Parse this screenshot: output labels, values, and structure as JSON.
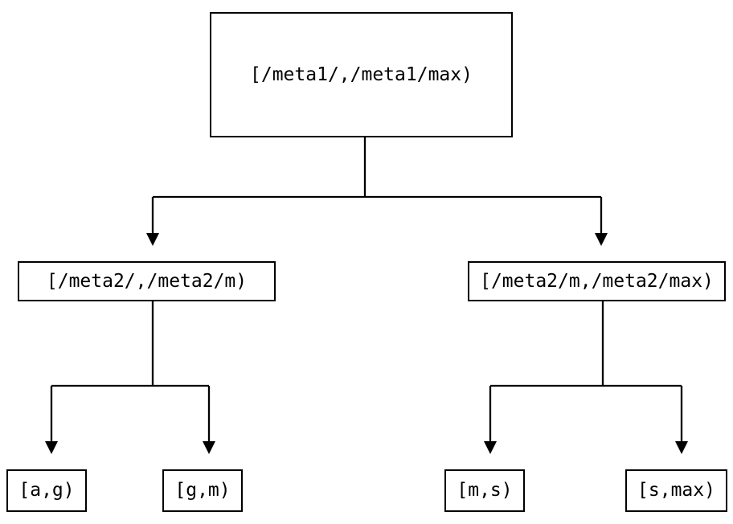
{
  "diagram": {
    "type": "tree",
    "background_color": "#ffffff",
    "line_color": "#000000",
    "text_color": "#000000",
    "nodes": [
      {
        "id": "root",
        "label": "[/meta1/,/meta1/max)"
      },
      {
        "id": "meta2-left",
        "label": "[/meta2/,/meta2/m)"
      },
      {
        "id": "meta2-right",
        "label": "[/meta2/m,/meta2/max)"
      },
      {
        "id": "leaf-ag",
        "label": "[a,g)"
      },
      {
        "id": "leaf-gm",
        "label": "[g,m)"
      },
      {
        "id": "leaf-ms",
        "label": "[m,s)"
      },
      {
        "id": "leaf-smax",
        "label": "[s,max)"
      }
    ],
    "edges": [
      {
        "from": "root",
        "to": "meta2-left"
      },
      {
        "from": "root",
        "to": "meta2-right"
      },
      {
        "from": "meta2-left",
        "to": "leaf-ag"
      },
      {
        "from": "meta2-left",
        "to": "leaf-gm"
      },
      {
        "from": "meta2-right",
        "to": "leaf-ms"
      },
      {
        "from": "meta2-right",
        "to": "leaf-smax"
      }
    ]
  }
}
